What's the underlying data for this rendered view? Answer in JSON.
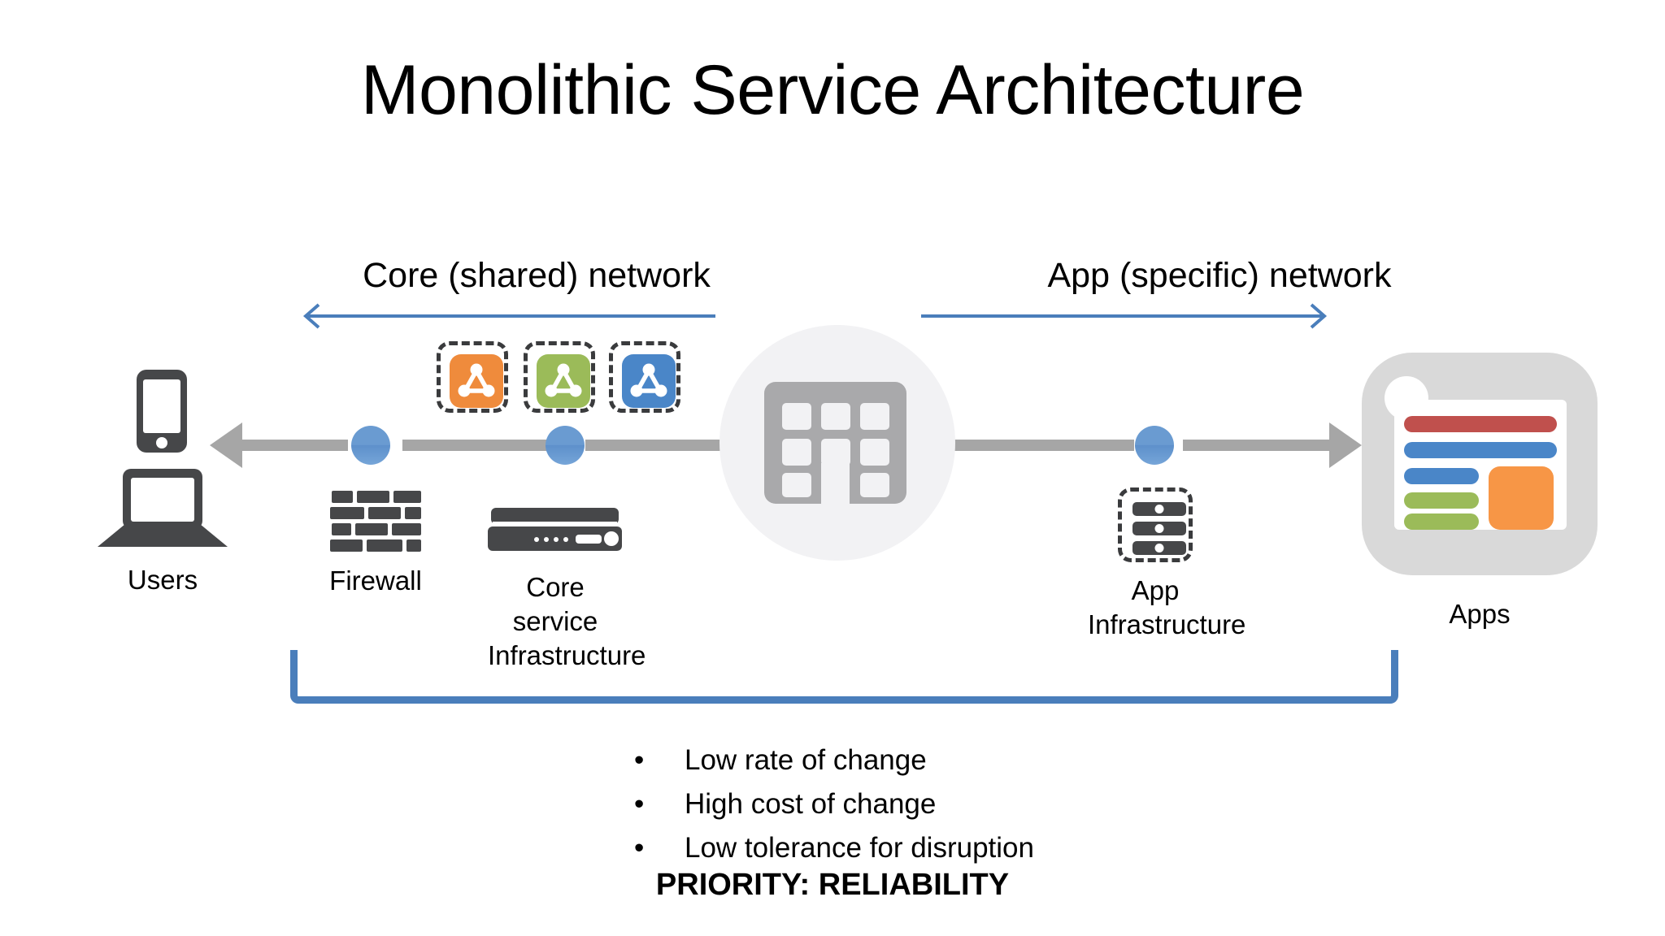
{
  "slide": {
    "title": "Monolithic Service Architecture",
    "background": "#ffffff"
  },
  "bands": {
    "core": {
      "label": "Core (shared) network",
      "arrow_direction": "left",
      "arrow_color": "#4a7ebb"
    },
    "app": {
      "label": "App (specific) network",
      "arrow_direction": "right",
      "arrow_color": "#4a7ebb"
    }
  },
  "nodes": {
    "users": {
      "label": "Users",
      "icon": "devices-icon"
    },
    "firewall": {
      "label": "Firewall",
      "icon": "firewall-brick-icon"
    },
    "core_service_infra": {
      "label": "Core service Infrastructure",
      "icon": "server-appliance-icon"
    },
    "enterprise": {
      "label": "",
      "icon": "building-icon"
    },
    "app_infra": {
      "label": "App Infrastructure",
      "icon": "server-rack-icon"
    },
    "apps": {
      "label": "Apps",
      "icon": "app-window-icon"
    }
  },
  "services": [
    {
      "name": "service-orange",
      "color": "#ef8b3c"
    },
    {
      "name": "service-green",
      "color": "#8cb martial"
    },
    {
      "name": "service-blue",
      "color": "#4a86c8"
    }
  ],
  "service_colors": {
    "orange": "#ef8b3c",
    "green": "#8db košice",
    "blue": "#4a86c8"
  },
  "palette": {
    "connector_gray": "#a6a6a6",
    "node_blue": "#6a9bd1",
    "icon_dark": "#464749",
    "circle_bg": "#f2f2f4",
    "apps_frame": "#d9d9d9",
    "apps_bar_red": "#c0504d",
    "apps_bar_blue": "#4a86c8",
    "apps_bar_green": "#9bbb59",
    "apps_block_orange": "#f79646",
    "bracket_blue": "#4a7ebb"
  },
  "bullets": [
    "Low rate of change",
    "High cost of change",
    "Low tolerance for disruption"
  ],
  "bullet_marker": "•",
  "priority": "PRIORITY: RELIABILITY"
}
